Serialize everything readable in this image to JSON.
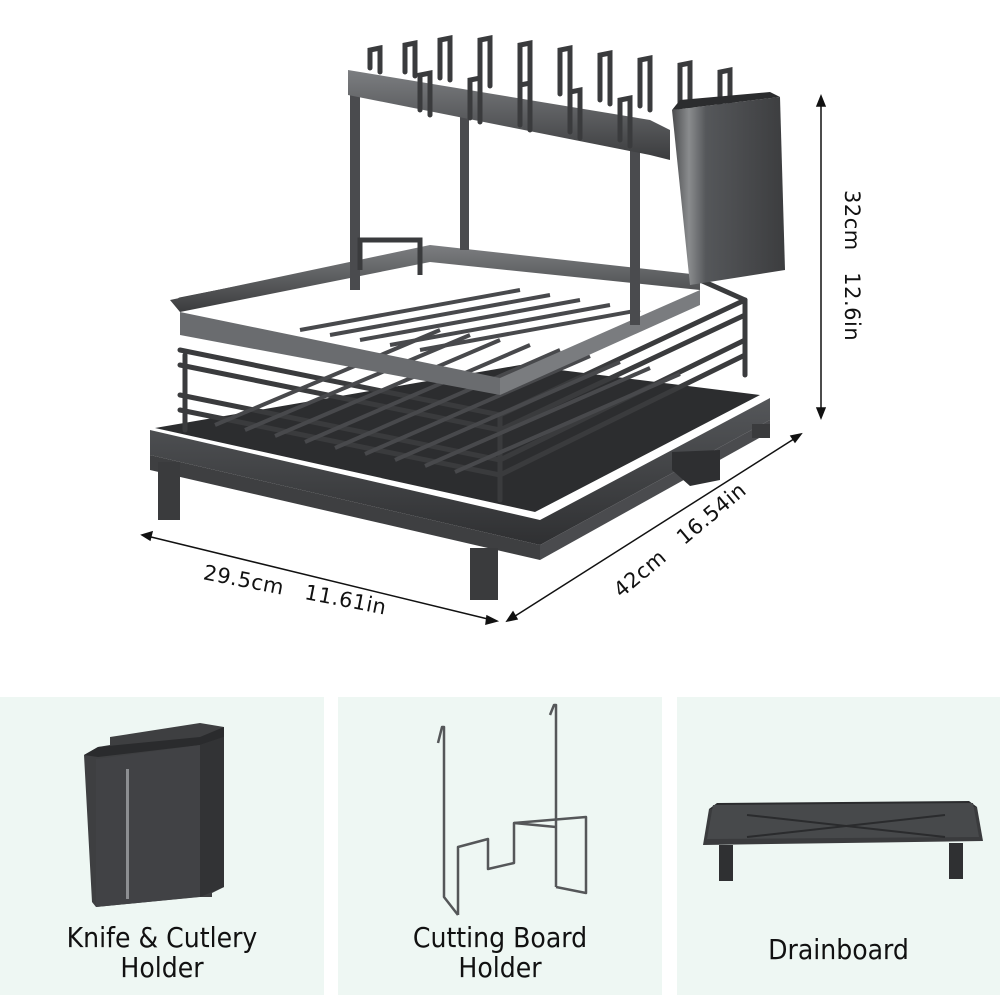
{
  "product": {
    "name": "Two-tier dish drying rack",
    "dimensions": {
      "height": {
        "label": "32cm   12.6in",
        "cm": "32cm",
        "in": "12.6in"
      },
      "width": {
        "label": "29.5cm   11.61in",
        "cm": "29.5cm",
        "in": "11.61in"
      },
      "depth": {
        "label": "42cm   16.54in",
        "cm": "42cm",
        "in": "16.54in"
      }
    }
  },
  "components": [
    {
      "id": "knife-cutlery-holder",
      "caption_line1": "Knife & Cutlery",
      "caption_line2": "Holder",
      "icon": "cutlery-cup-icon"
    },
    {
      "id": "cutting-board-holder",
      "caption_line1": "Cutting Board",
      "caption_line2": "Holder",
      "icon": "wire-hook-icon"
    },
    {
      "id": "drainboard",
      "caption_line1": "Drainboard",
      "caption_line2": "",
      "icon": "drain-tray-icon"
    }
  ],
  "colors": {
    "background": "#ffffff",
    "panel_background": "#eef7f3",
    "metal_dark": "#3a3b3d",
    "metal_mid": "#5c5e61",
    "metal_light": "#8a8c8f",
    "text": "#111111"
  }
}
